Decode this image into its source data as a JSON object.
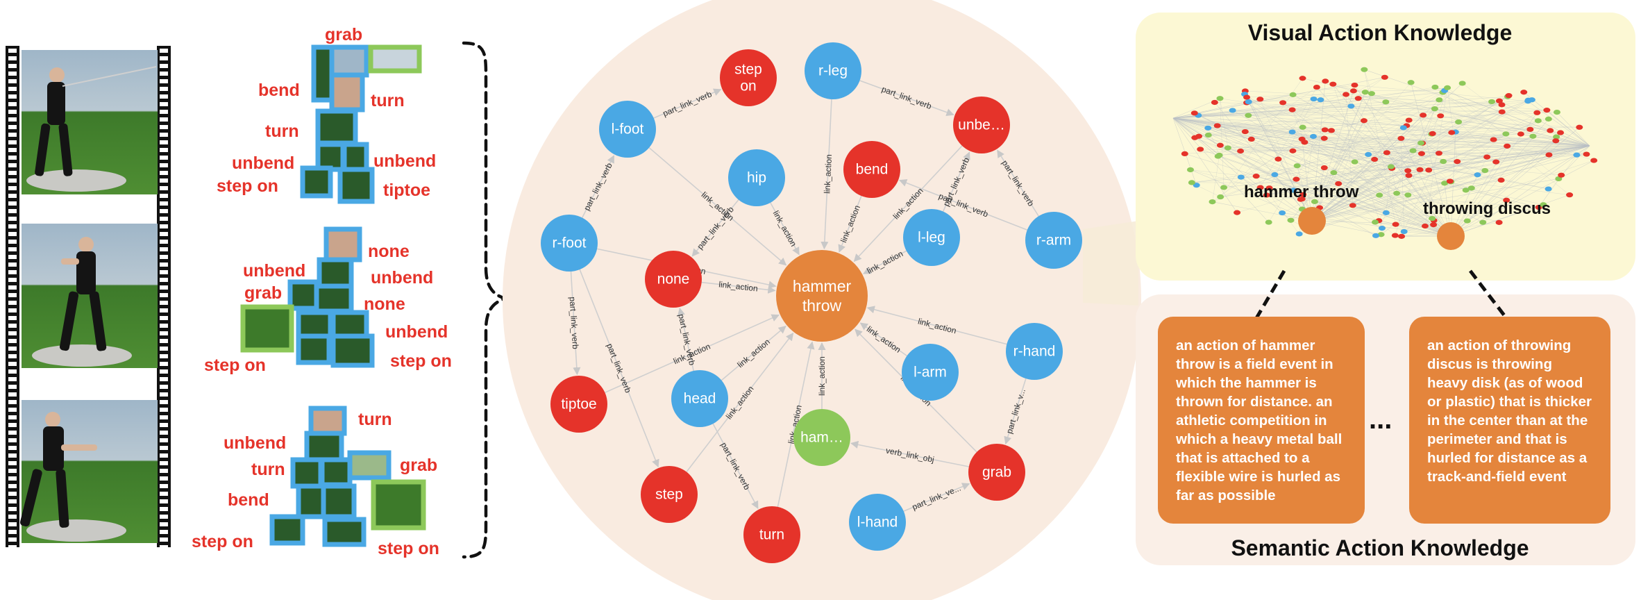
{
  "colors": {
    "red": "#e5332a",
    "blue": "#4aa8e4",
    "green": "#8dc85a",
    "orange": "#e4853c",
    "panel_yellow": "#fcf8d4",
    "panel_peach": "#faefe7",
    "circle_bg": "#f9ebe0"
  },
  "film_frames": [
    {
      "icon": "hammer-thrower-frame-1"
    },
    {
      "icon": "hammer-thrower-frame-2"
    },
    {
      "icon": "hammer-thrower-frame-3"
    }
  ],
  "part_groups": [
    {
      "labels": [
        "grab",
        "bend",
        "turn",
        "turn",
        "unbend",
        "unbend",
        "step on",
        "tiptoe"
      ]
    },
    {
      "labels": [
        "none",
        "unbend",
        "unbend",
        "grab",
        "none",
        "unbend",
        "step on",
        "step on"
      ]
    },
    {
      "labels": [
        "turn",
        "unbend",
        "turn",
        "grab",
        "bend",
        "step on",
        "step on"
      ]
    }
  ],
  "graph": {
    "center": {
      "label_line1": "hammer",
      "label_line2": "throw"
    },
    "nodes": [
      {
        "id": "step-on",
        "label_line1": "step",
        "label_line2": "on",
        "color": "red"
      },
      {
        "id": "r-leg",
        "label": "r-leg",
        "color": "blue"
      },
      {
        "id": "l-foot",
        "label": "l-foot",
        "color": "blue"
      },
      {
        "id": "unbend",
        "label": "unbe…",
        "color": "red"
      },
      {
        "id": "hip",
        "label": "hip",
        "color": "blue"
      },
      {
        "id": "bend",
        "label": "bend",
        "color": "red"
      },
      {
        "id": "r-foot",
        "label": "r-foot",
        "color": "blue"
      },
      {
        "id": "l-leg",
        "label": "l-leg",
        "color": "blue"
      },
      {
        "id": "r-arm",
        "label": "r-arm",
        "color": "blue"
      },
      {
        "id": "none",
        "label": "none",
        "color": "red"
      },
      {
        "id": "r-hand",
        "label": "r-hand",
        "color": "blue"
      },
      {
        "id": "l-arm",
        "label": "l-arm",
        "color": "blue"
      },
      {
        "id": "tiptoe",
        "label": "tiptoe",
        "color": "red"
      },
      {
        "id": "head",
        "label": "head",
        "color": "blue"
      },
      {
        "id": "hammer",
        "label": "ham…",
        "color": "green"
      },
      {
        "id": "grab",
        "label": "grab",
        "color": "red"
      },
      {
        "id": "step",
        "label": "step",
        "color": "red"
      },
      {
        "id": "l-hand",
        "label": "l-hand",
        "color": "blue"
      },
      {
        "id": "turn",
        "label": "turn",
        "color": "red"
      }
    ],
    "edges": [
      {
        "from": "l-foot",
        "to": "step-on",
        "label": "part_link_verb"
      },
      {
        "from": "r-leg",
        "to": "unbend",
        "label": "part_link_verb"
      },
      {
        "from": "r-foot",
        "to": "l-foot",
        "label": "part_link_verb"
      },
      {
        "from": "r-arm",
        "to": "unbend",
        "label": "part_link_verb"
      },
      {
        "from": "r-arm",
        "to": "bend",
        "label": "part_link_verb"
      },
      {
        "from": "r-foot",
        "to": "tiptoe",
        "label": "part_link_verb"
      },
      {
        "from": "r-foot",
        "to": "step",
        "label": "part_link_verb"
      },
      {
        "from": "head",
        "to": "none",
        "label": "part_link_verb"
      },
      {
        "from": "hip",
        "to": "none",
        "label": "part_link_verb"
      },
      {
        "from": "r-hand",
        "to": "grab",
        "label": "part_link_v..."
      },
      {
        "from": "l-hand",
        "to": "grab",
        "label": "part_link_ve..."
      },
      {
        "from": "head",
        "to": "turn",
        "label": "part_link_verb"
      },
      {
        "from": "l-leg",
        "to": "unbend",
        "label": "part_link_verb"
      },
      {
        "from": "grab",
        "to": "hammer",
        "label": "verb_link_obj"
      },
      {
        "from": "none",
        "to": "center",
        "label": "link_action"
      },
      {
        "from": "hip",
        "to": "center",
        "label": "link_action"
      },
      {
        "from": "bend",
        "to": "center",
        "label": "link_action"
      },
      {
        "from": "r-leg",
        "to": "center",
        "label": "link_action"
      },
      {
        "from": "l-leg",
        "to": "center",
        "label": "link_action"
      },
      {
        "from": "unbend",
        "to": "center",
        "label": "link_action"
      },
      {
        "from": "r-hand",
        "to": "center",
        "label": "link_action"
      },
      {
        "from": "l-arm",
        "to": "center",
        "label": "link_action"
      },
      {
        "from": "grab",
        "to": "center",
        "label": "link_action"
      },
      {
        "from": "hammer",
        "to": "center",
        "label": "link_action"
      },
      {
        "from": "turn",
        "to": "center",
        "label": "link_action"
      },
      {
        "from": "head",
        "to": "center",
        "label": "link_action"
      },
      {
        "from": "step",
        "to": "center",
        "label": "link_action"
      },
      {
        "from": "tiptoe",
        "to": "center",
        "label": "link_action"
      },
      {
        "from": "r-foot",
        "to": "center",
        "label": "link_action"
      },
      {
        "from": "l-foot",
        "to": "center",
        "label": "link_action"
      }
    ]
  },
  "visual_panel": {
    "title": "Visual Action Knowledge",
    "clusters": [
      "hammer throw",
      "throwing discus"
    ]
  },
  "semantic_panel": {
    "title": "Semantic Action Knowledge",
    "ellipsis": "...",
    "descriptions": [
      "an action of hammer throw is  a field event in which the hammer is thrown for distance. an athletic competition in which a heavy metal ball that is attached to a flexible wire is hurled as far as possible",
      "an action of throwing discus is throwing heavy disk (as of wood or plastic) that is thicker in the center than at the perimeter and that is hurled for distance as a track-and-field event"
    ]
  }
}
